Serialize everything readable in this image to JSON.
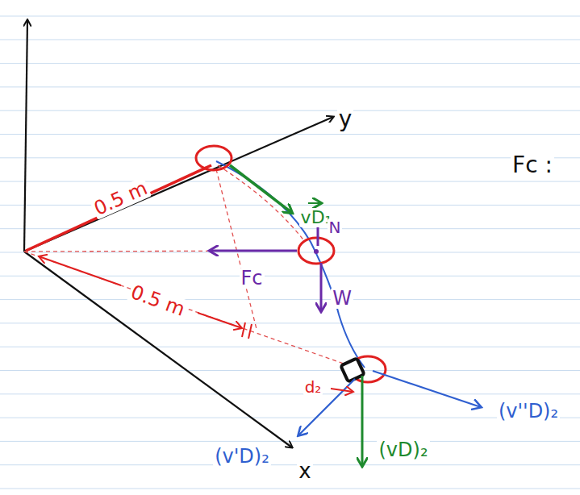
{
  "diagram": {
    "labels": [
      "Fc :",
      "0.5 m",
      "y",
      "vD₁",
      "N",
      "Fc",
      "W",
      "0.5 m",
      "d₂",
      "(v''D)₂",
      "(vD)₂",
      "(v'D)₂",
      "x"
    ]
  }
}
